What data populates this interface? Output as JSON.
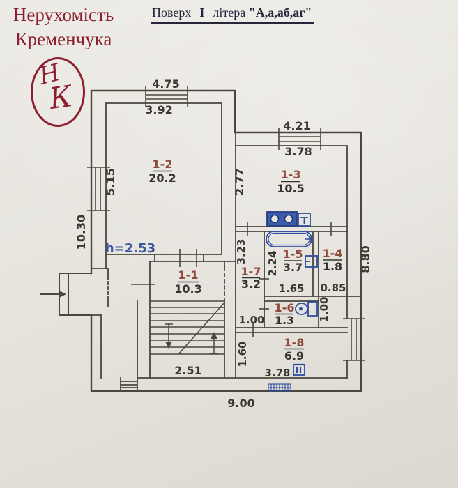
{
  "brand": {
    "name_line1": "Нерухомість",
    "name_line2": "Кременчука",
    "monogram_h": "Н",
    "monogram_k": "К",
    "color": "#8d1f2d"
  },
  "title": {
    "word1": "Поверх",
    "floor": "I",
    "word2": "літера",
    "letters": "\"А,а,аб,аг\""
  },
  "plan": {
    "height_note": "h=2.53",
    "rooms": [
      {
        "id": "1-1",
        "area": "10.3"
      },
      {
        "id": "1-2",
        "area": "20.2"
      },
      {
        "id": "1-3",
        "area": "10.5"
      },
      {
        "id": "1-4",
        "area": "1.8"
      },
      {
        "id": "1-5",
        "area": "3.7"
      },
      {
        "id": "1-6",
        "area": "1.3"
      },
      {
        "id": "1-7",
        "area": "3.2"
      },
      {
        "id": "1-8",
        "area": "6.9"
      }
    ],
    "dims": {
      "top_outer": "4.75",
      "top_inner": "3.92",
      "kitchen_top_outer": "4.21",
      "kitchen_top_inner": "3.78",
      "left_outer": "10.30",
      "room2_height": "5.15",
      "kitchen_height": "2.77",
      "right_outer": "8.80",
      "corridor_height": "3.23",
      "bath_height": "2.24",
      "bath_width": "1.65",
      "room4_width": "0.85",
      "corridor_width": "1.00",
      "passage_height": "1.00",
      "room8_height": "1.60",
      "room8_width": "3.78",
      "stairs_width": "2.51",
      "bottom_outer": "9.00"
    },
    "colors": {
      "wall": "#4b473f",
      "fixture_blue": "#2f4da0",
      "room_id_red": "#8f4a3c",
      "dim_text": "#3c3831",
      "note_blue": "#3e57a3"
    }
  }
}
